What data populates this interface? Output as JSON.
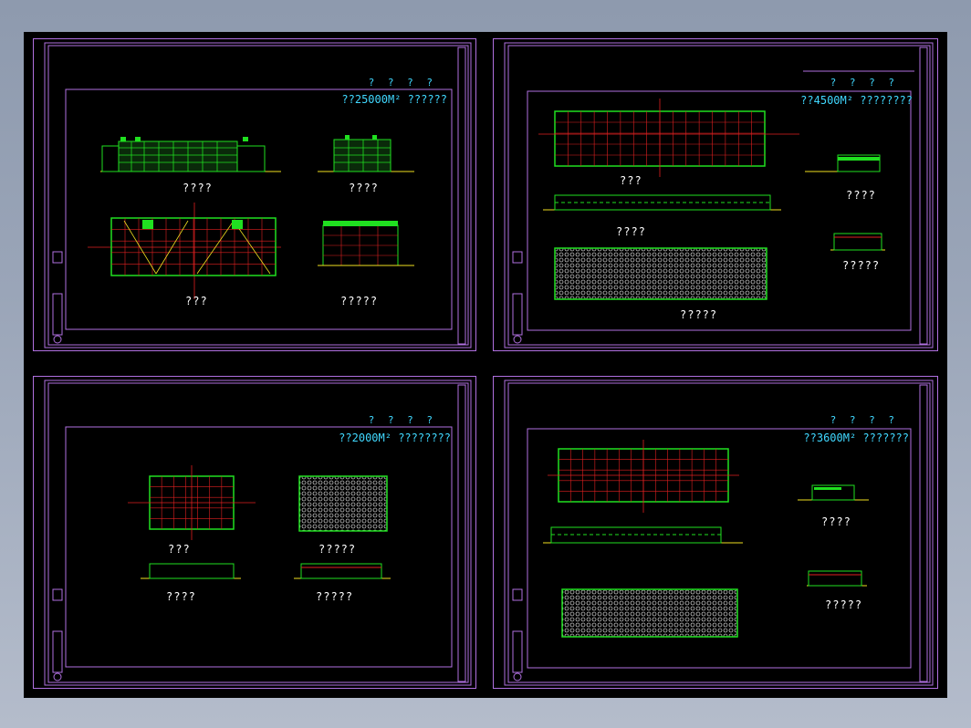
{
  "colors": {
    "frame": "#b070e0",
    "grid_line": "#e02020",
    "wall": "#20e020",
    "header_text": "#40d8ff",
    "label_text": "#ffffff",
    "axis": "#e02020",
    "ground": "#f0e020"
  },
  "sheets": [
    {
      "header_title": "? ? ? ?",
      "header_subtitle": "??25000M² ??????",
      "views": [
        "????",
        "????",
        "???",
        "?????"
      ]
    },
    {
      "header_title": "? ? ? ?",
      "header_subtitle": "??4500M² ????????",
      "views": [
        "???",
        "????",
        "?????",
        "????",
        "?????"
      ]
    },
    {
      "header_title": "? ? ? ?",
      "header_subtitle": "??2000M² ????????",
      "views": [
        "???",
        "?????",
        "????",
        "?????"
      ]
    },
    {
      "header_title": "? ? ? ?",
      "header_subtitle": "??3600M² ???????",
      "views": [
        "????",
        "?????"
      ]
    }
  ]
}
